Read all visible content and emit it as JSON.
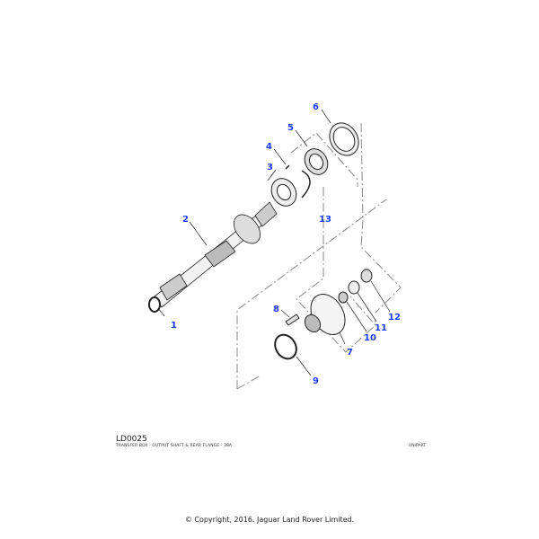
{
  "diagram": {
    "code": "LD0025",
    "title": "TRANSFER BOX - OUTPUT SHAFT & REAR FLANGE - 38A",
    "brand": "UNIPART",
    "callouts": [
      "1",
      "2",
      "3",
      "4",
      "5",
      "6",
      "7",
      "8",
      "9",
      "10",
      "11",
      "12",
      "13"
    ],
    "callout_color": "#1a3cff"
  },
  "footer": {
    "copyright": "© Copyright, 2016. Jaguar Land Rover Limited."
  }
}
